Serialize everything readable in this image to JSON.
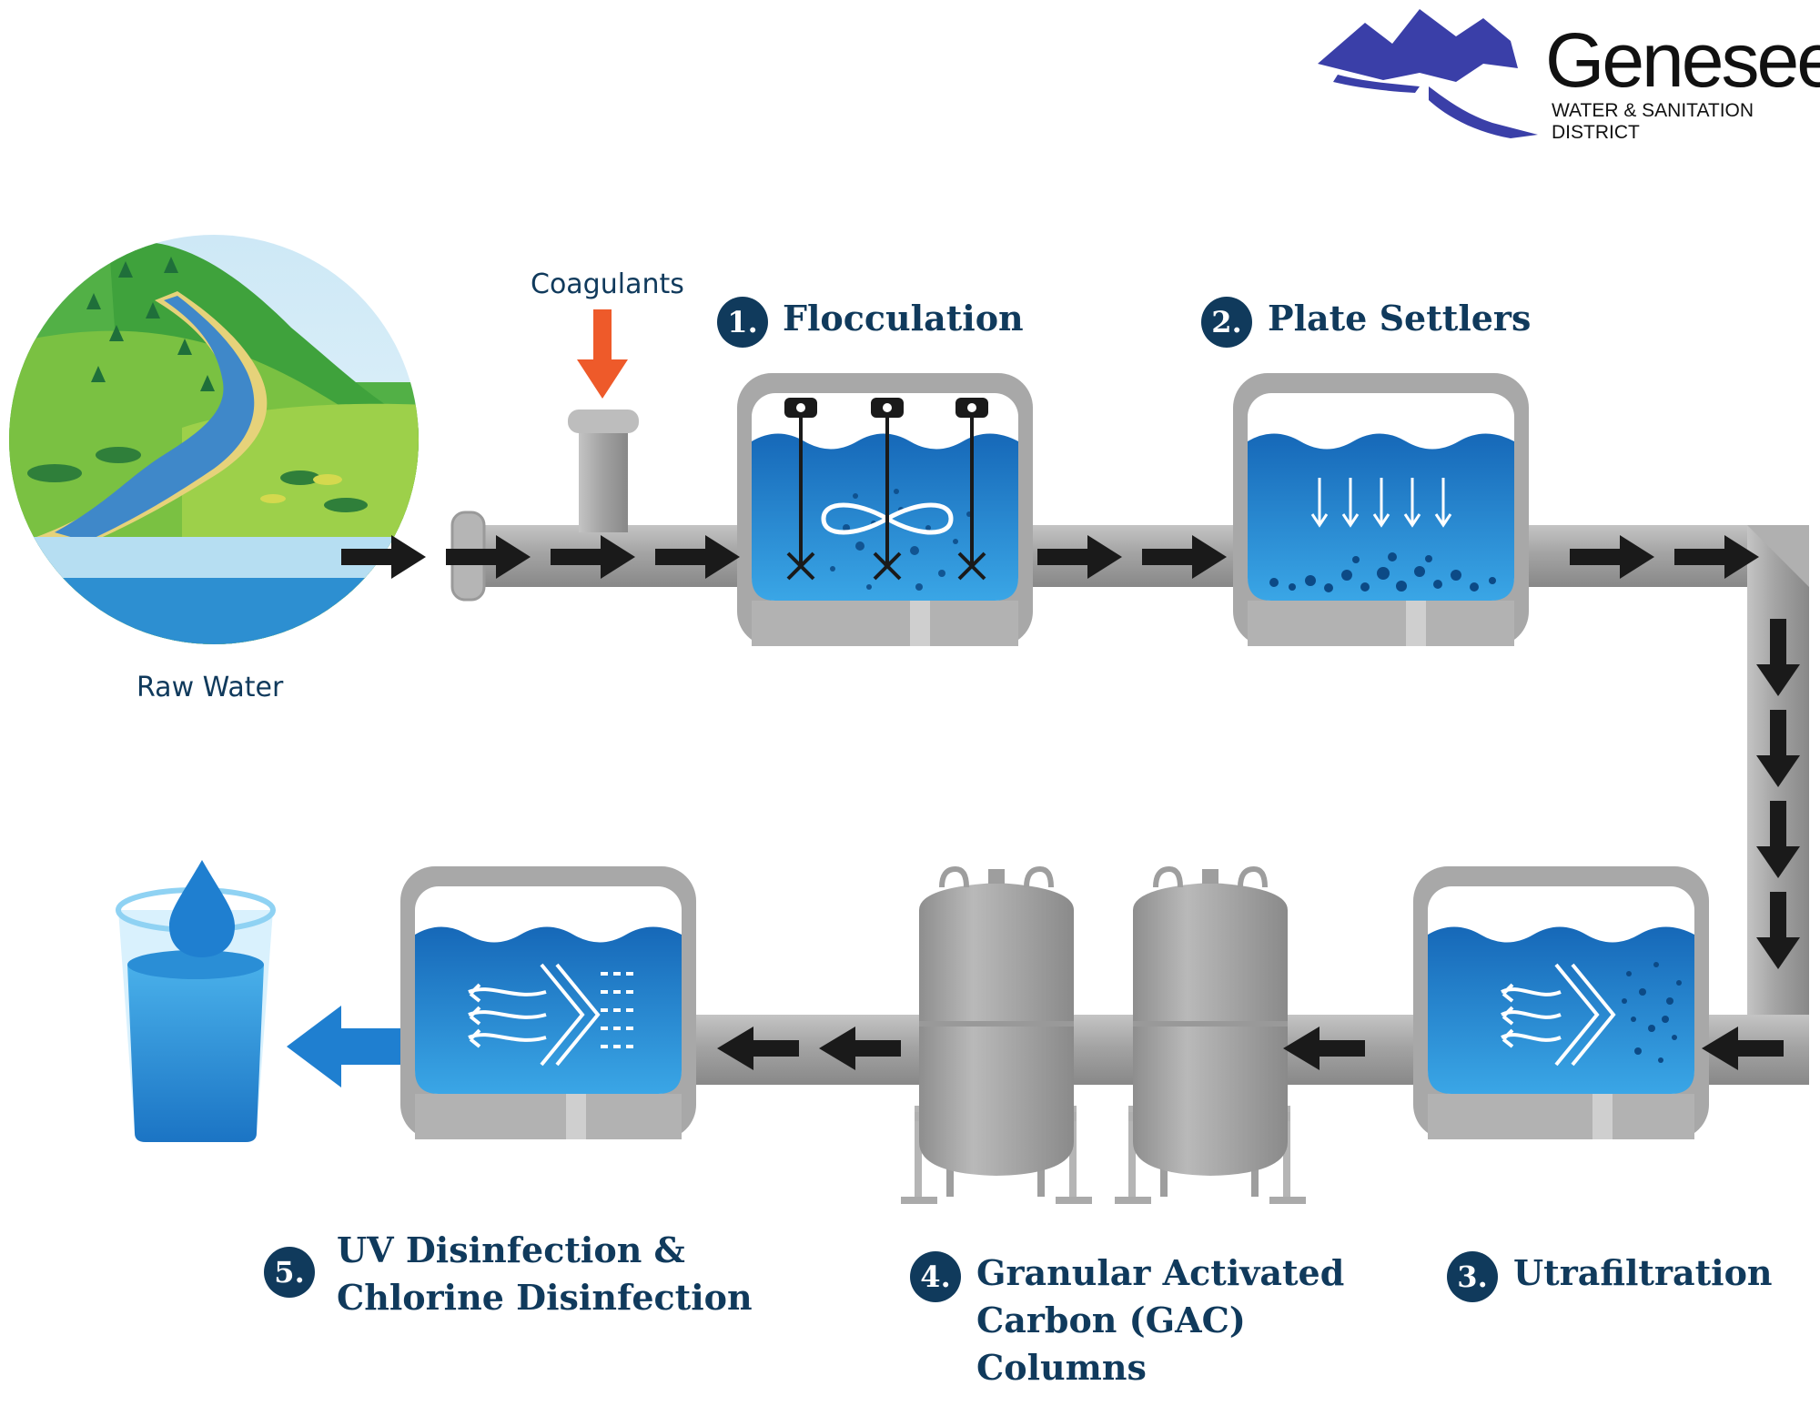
{
  "logo": {
    "name": "Genesee",
    "subtitle": "WATER & SANITATION DISTRICT",
    "mountain_color": "#3a3fa8"
  },
  "source": {
    "label": "Raw Water"
  },
  "coagulants": {
    "label": "Coagulants",
    "arrow_color": "#ee5a2a"
  },
  "steps": [
    {
      "number": "1.",
      "lines": [
        "Flocculation"
      ]
    },
    {
      "number": "2.",
      "lines": [
        "Plate Settlers"
      ]
    },
    {
      "number": "3.",
      "lines": [
        "Utrafiltration"
      ]
    },
    {
      "number": "4.",
      "lines": [
        "Granular Activated",
        "Carbon (GAC)",
        "Columns"
      ]
    },
    {
      "number": "5.",
      "lines": [
        "UV Disinfection &",
        "Chlorine Disinfection"
      ]
    }
  ],
  "colors": {
    "label_navy": "#103a5c",
    "pipe_gray": "#9a9a9a",
    "tank_frame": "#9e9e9e",
    "water_blue": "#1874c7",
    "water_light": "#3ea3e3",
    "flow_arrow": "#1a1a1a",
    "output_arrow": "#1f7fd0"
  }
}
